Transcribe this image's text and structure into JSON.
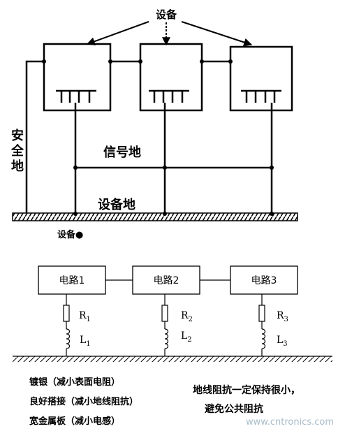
{
  "top_diagram": {
    "device_label": "设备",
    "safety_ground_label": "安全地",
    "signal_ground_label": "信号地",
    "device_ground_label": "设备地",
    "bottom_caption": "设备●"
  },
  "bottom_diagram": {
    "circuits": [
      {
        "name": "电路1",
        "r_sym": "R",
        "r_sub": "1",
        "l_sym": "L",
        "l_sub": "1"
      },
      {
        "name": "电路2",
        "r_sym": "R",
        "r_sub": "2",
        "l_sym": "L",
        "l_sub": "2"
      },
      {
        "name": "电路3",
        "r_sym": "R",
        "r_sub": "3",
        "l_sym": "L",
        "l_sub": "3"
      }
    ]
  },
  "notes": {
    "left": [
      "镀银（减小表面电阻）",
      "良好搭接（减小地线阻抗）",
      "宽金属板（减小电感）"
    ],
    "right_line1": "地线阻抗一定保持很小，",
    "right_line2": "避免公共阻抗"
  },
  "watermark": "www.cntronics.com"
}
